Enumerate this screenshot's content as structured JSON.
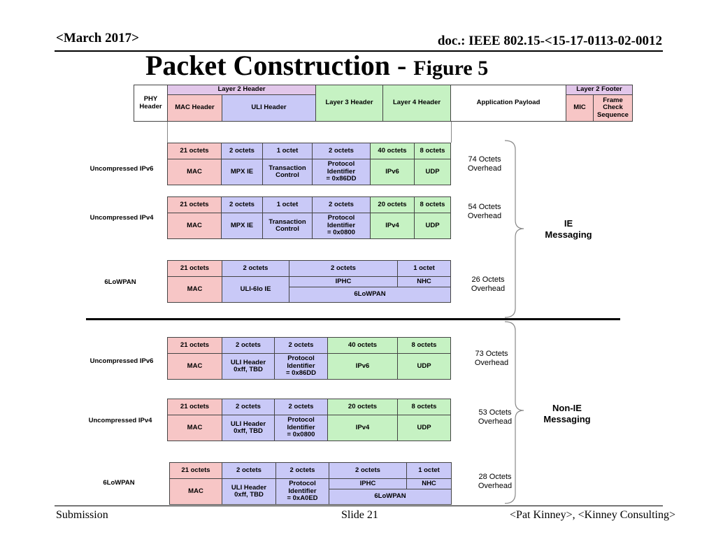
{
  "header": {
    "date": "<March 2017>",
    "doc": "doc.: IEEE 802.15-<15-17-0113-02-0012"
  },
  "title": {
    "main": "Packet Construction - ",
    "sub": "Figure 5"
  },
  "frame_header": {
    "phy": "PHY\nHeader",
    "l2_header": "Layer 2 Header",
    "mac_header": "MAC Header",
    "uli_header": "ULI Header",
    "l3_header": "Layer 3 Header",
    "l4_header": "Layer 4 Header",
    "payload": "Application Payload",
    "l2_footer": "Layer 2 Footer",
    "mic": "MIC",
    "fcs": "Frame\nCheck\nSequence"
  },
  "rows": {
    "ie_ipv6": {
      "label": "Uncompressed IPv6",
      "sizes": [
        "21 octets",
        "2 octets",
        "1 octet",
        "2 octets",
        "40 octets",
        "8 octets"
      ],
      "fields": [
        "MAC",
        "MPX IE",
        "Transaction\nControl",
        "Protocol\nIdentifier\n= 0x86DD",
        "IPv6",
        "UDP"
      ],
      "overhead": "74 Octets\nOverhead"
    },
    "ie_ipv4": {
      "label": "Uncompressed IPv4",
      "sizes": [
        "21 octets",
        "2 octets",
        "1 octet",
        "2 octets",
        "20 octets",
        "8 octets"
      ],
      "fields": [
        "MAC",
        "MPX IE",
        "Transaction\nControl",
        "Protocol\nIdentifier\n= 0x0800",
        "IPv4",
        "UDP"
      ],
      "overhead": "54 Octets\nOverhead"
    },
    "ie_6lowpan": {
      "label": "6LoWPAN",
      "sizes": [
        "21 octets",
        "2 octets",
        "2 octets",
        "1 octet"
      ],
      "fields": [
        "MAC",
        "ULI-6lo IE",
        "IPHC",
        "NHC",
        "6LoWPAN"
      ],
      "overhead": "26 Octets\nOverhead"
    },
    "nie_ipv6": {
      "label": "Uncompressed IPv6",
      "sizes": [
        "21 octets",
        "2 octets",
        "2 octets",
        "40 octets",
        "8 octets"
      ],
      "fields": [
        "MAC",
        "ULI Header\n0xff, TBD",
        "Protocol\nIdentifier\n= 0x86DD",
        "IPv6",
        "UDP"
      ],
      "overhead": "73 Octets\nOverhead"
    },
    "nie_ipv4": {
      "label": "Uncompressed IPv4",
      "sizes": [
        "21 octets",
        "2 octets",
        "2 octets",
        "20 octets",
        "8 octets"
      ],
      "fields": [
        "MAC",
        "ULI Header\n0xff, TBD",
        "Protocol\nIdentifier\n= 0x0800",
        "IPv4",
        "UDP"
      ],
      "overhead": "53 Octets\nOverhead"
    },
    "nie_6lowpan": {
      "label": "6LoWPAN",
      "sizes": [
        "21 octets",
        "2 octets",
        "2 octets",
        "2 octets",
        "1 octet"
      ],
      "fields": [
        "MAC",
        "ULI Header\n0xff, TBD",
        "Protocol\nIdentifier\n= 0xA0ED",
        "IPHC",
        "NHC",
        "6LoWPAN"
      ],
      "overhead": "28 Octets\nOverhead"
    }
  },
  "groups": {
    "ie": "IE\nMessaging",
    "non_ie": "Non-IE\nMessaging"
  },
  "footer": {
    "left": "Submission",
    "center": "Slide 21",
    "right": "<Pat Kinney>, <Kinney Consulting>"
  },
  "colors": {
    "mac": "#f7c6c6",
    "uli": "#c9c9f7",
    "upper_layer": "#c6f2c3",
    "layer2_header": "#e2c7ea"
  }
}
